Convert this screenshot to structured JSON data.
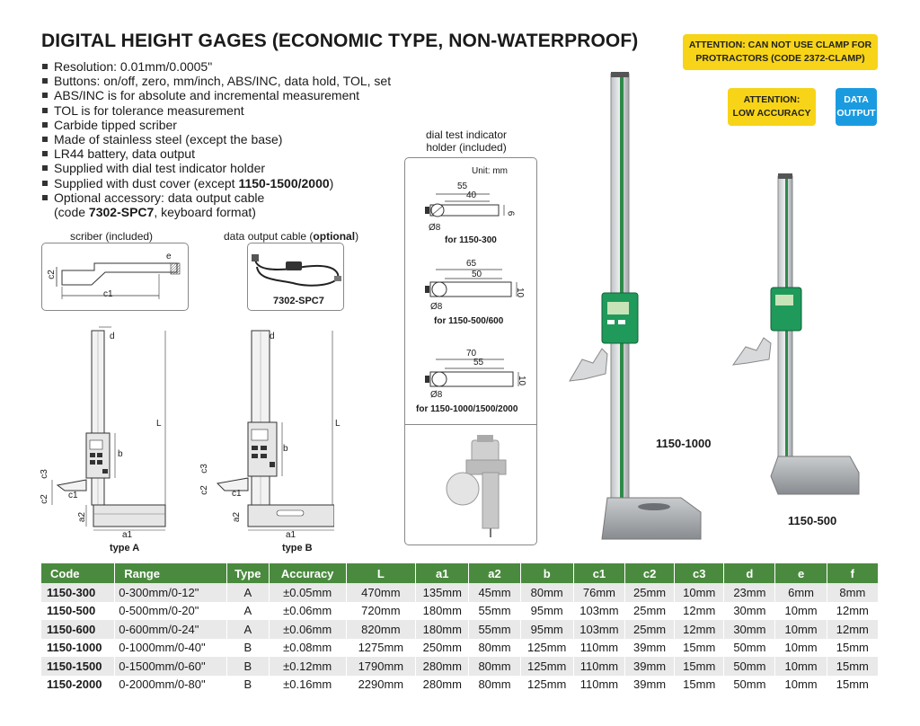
{
  "title": "DIGITAL HEIGHT GAGES (ECONOMIC TYPE, NON-WATERPROOF)",
  "attention_clamp": [
    "ATTENTION: CAN NOT USE CLAMP FOR",
    "PROTRACTORS (CODE 2372-CLAMP)"
  ],
  "attention_accuracy": [
    "ATTENTION:",
    "LOW ACCURACY"
  ],
  "data_output_badge": [
    "DATA",
    "OUTPUT"
  ],
  "features": [
    "Resolution: 0.01mm/0.0005\"",
    "Buttons: on/off, zero, mm/inch, ABS/INC, data hold, TOL, set",
    "ABS/INC is for absolute and incremental measurement",
    "TOL is for tolerance measurement",
    "Carbide tipped scriber",
    "Made of stainless steel (except the base)",
    "LR44 battery, data output",
    "Supplied with dial test indicator holder"
  ],
  "feature_dust": {
    "prefix": "Supplied with dust cover (except ",
    "bold": "1150-1500/2000",
    "suffix": ")"
  },
  "feature_optional": "Optional accessory: data output cable",
  "feature_optional_line2": {
    "prefix": "(code ",
    "bold": "7302-SPC7",
    "suffix": ", keyboard format)"
  },
  "scriber_caption": "scriber (included)",
  "cable_caption": {
    "prefix": "data output cable (",
    "bold": "optional",
    "suffix": ")"
  },
  "cable_code": "7302-SPC7",
  "dial_caption": [
    "dial test indicator",
    "holder (included)"
  ],
  "unit": "Unit: mm",
  "holders": [
    {
      "d1": "55",
      "d2": "40",
      "h": "6",
      "phi": "Ø8",
      "for": "for 1150-300"
    },
    {
      "d1": "65",
      "d2": "50",
      "h": "10",
      "phi": "Ø8",
      "for": "for 1150-500/600"
    },
    {
      "d1": "70",
      "d2": "55",
      "h": "10",
      "phi": "Ø8",
      "for": "for 1150-1000/1500/2000"
    }
  ],
  "type_a": "type A",
  "type_b": "type B",
  "dims": {
    "c1": "c1",
    "c2": "c2",
    "c3": "c3",
    "e": "e",
    "d": "d",
    "b": "b",
    "L": "L",
    "a1": "a1",
    "a2": "a2"
  },
  "product_large": "1150-1000",
  "product_small": "1150-500",
  "table": {
    "headers": [
      "Code",
      "Range",
      "Type",
      "Accuracy",
      "L",
      "a1",
      "a2",
      "b",
      "c1",
      "c2",
      "c3",
      "d",
      "e",
      "f"
    ],
    "rows": [
      [
        "1150-300",
        "0-300mm/0-12\"",
        "A",
        "±0.05mm",
        "470mm",
        "135mm",
        "45mm",
        "80mm",
        "76mm",
        "25mm",
        "10mm",
        "23mm",
        "6mm",
        "8mm"
      ],
      [
        "1150-500",
        "0-500mm/0-20\"",
        "A",
        "±0.06mm",
        "720mm",
        "180mm",
        "55mm",
        "95mm",
        "103mm",
        "25mm",
        "12mm",
        "30mm",
        "10mm",
        "12mm"
      ],
      [
        "1150-600",
        "0-600mm/0-24\"",
        "A",
        "±0.06mm",
        "820mm",
        "180mm",
        "55mm",
        "95mm",
        "103mm",
        "25mm",
        "12mm",
        "30mm",
        "10mm",
        "12mm"
      ],
      [
        "1150-1000",
        "0-1000mm/0-40\"",
        "B",
        "±0.08mm",
        "1275mm",
        "250mm",
        "80mm",
        "125mm",
        "110mm",
        "39mm",
        "15mm",
        "50mm",
        "10mm",
        "15mm"
      ],
      [
        "1150-1500",
        "0-1500mm/0-60\"",
        "B",
        "±0.12mm",
        "1790mm",
        "280mm",
        "80mm",
        "125mm",
        "110mm",
        "39mm",
        "15mm",
        "50mm",
        "10mm",
        "15mm"
      ],
      [
        "1150-2000",
        "0-2000mm/0-80\"",
        "B",
        "±0.16mm",
        "2290mm",
        "280mm",
        "80mm",
        "125mm",
        "110mm",
        "39mm",
        "15mm",
        "50mm",
        "10mm",
        "15mm"
      ]
    ]
  },
  "colors": {
    "header_green": "#4a8a3e",
    "attention_yellow": "#f7d417",
    "data_blue": "#1a9be0"
  }
}
